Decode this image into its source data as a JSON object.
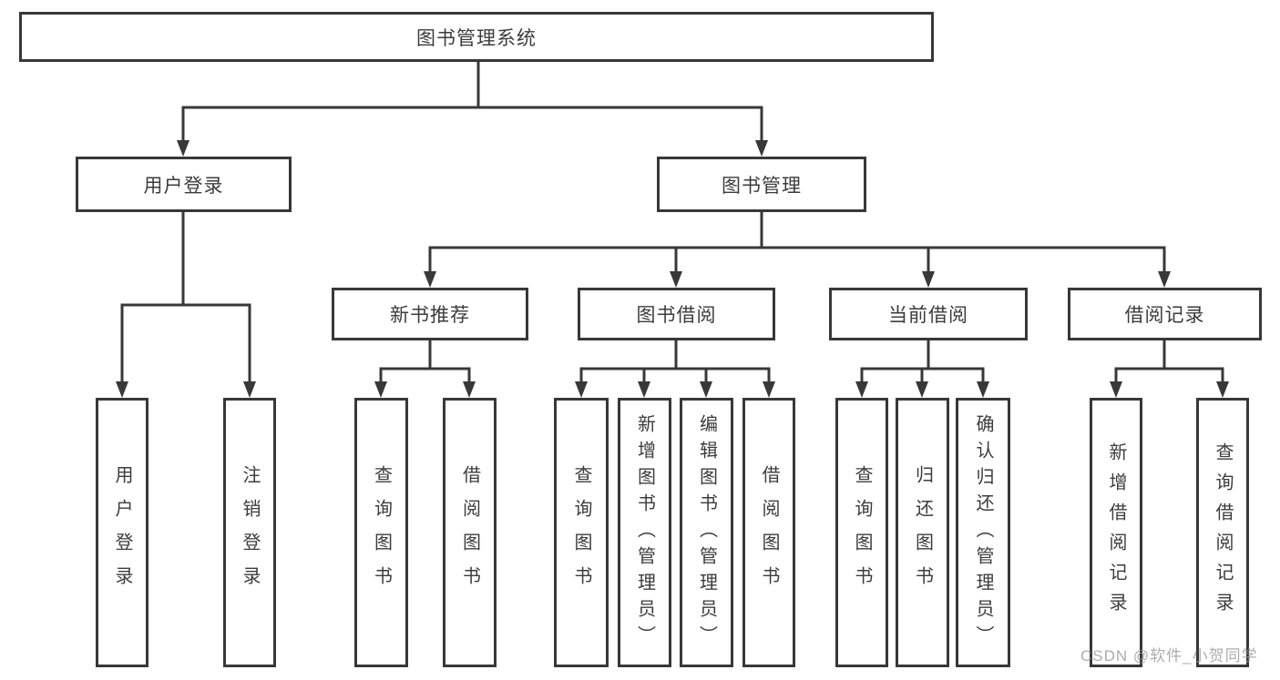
{
  "diagram": {
    "nodes": {
      "root": "图书管理系统",
      "user_login": "用户登录",
      "book_management": "图书管理",
      "new_book_recommend": "新书推荐",
      "book_borrow": "图书借阅",
      "current_borrow": "当前借阅",
      "borrow_records": "借阅记录",
      "user_login_leaf": "用户登录",
      "logout_leaf": "注销登录",
      "nb_query_books": "查询图书",
      "nb_borrow_books": "借阅图书",
      "bb_query_books": "查询图书",
      "bb_add_books": "新增图书（管理员）",
      "bb_edit_books": "编辑图书（管理员）",
      "bb_borrow_books": "借阅图书",
      "cb_query_books": "查询图书",
      "cb_return_books": "归还图书",
      "cb_confirm_return": "确认归还（管理员）",
      "br_add_record": "新增借阅记录",
      "br_query_record": "查询借阅记录"
    },
    "colors": {
      "line": "#383838",
      "text": "#3c3c3c",
      "box_fill": "#ffffff",
      "watermark": "#9498a0",
      "background": "#ffffff"
    }
  },
  "watermark": "CSDN @软件_小贺同学"
}
